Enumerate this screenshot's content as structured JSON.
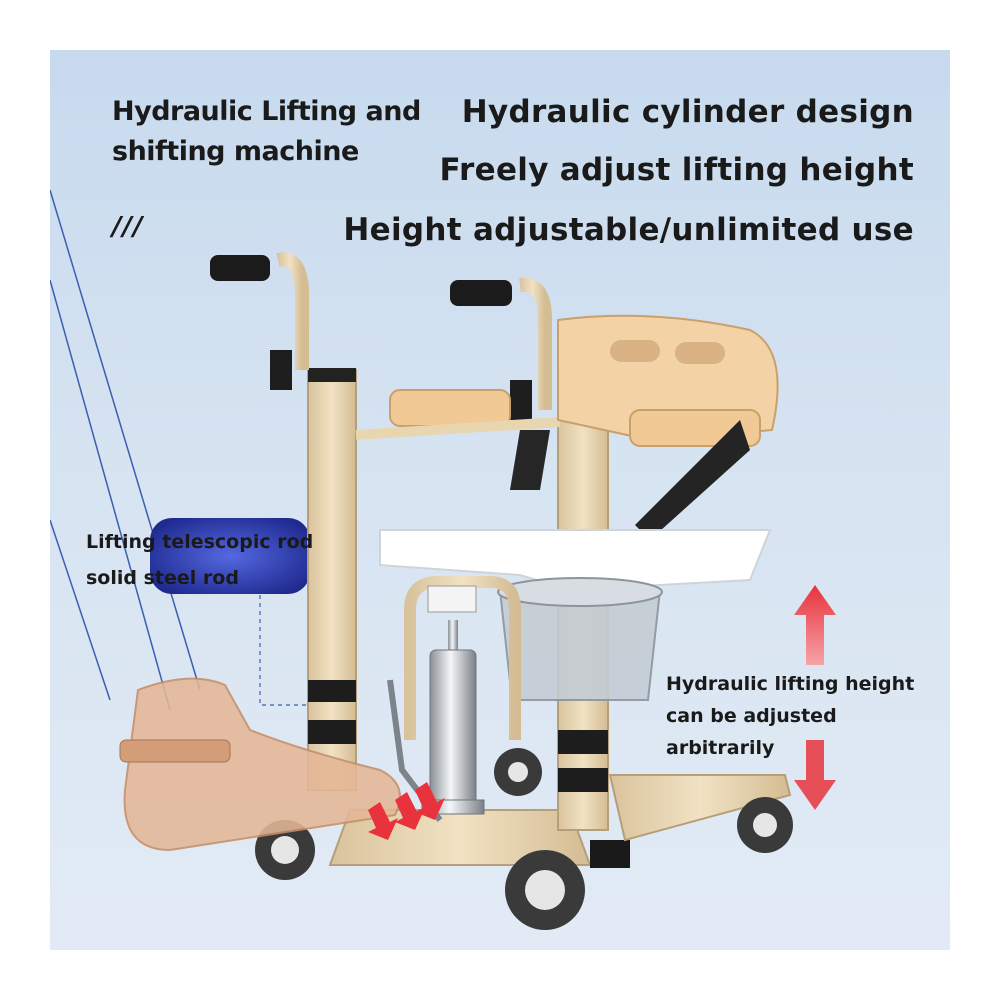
{
  "heading": {
    "line1": "Hydraulic Lifting and",
    "line2": "shifting machine",
    "mark": "///"
  },
  "features": [
    "Hydraulic cylinder design",
    "Freely adjust lifting height",
    "Height adjustable/unlimited use"
  ],
  "callouts": {
    "rod_line1": "Lifting telescopic rod",
    "rod_line2": "solid steel rod",
    "lift_line1": "Hydraulic lifting height",
    "lift_line2": "can be adjusted arbitrarily"
  },
  "colors": {
    "background": "#cfdff0",
    "frame": "#ecd9b4",
    "seat": "#f2d3a6",
    "arrow": "#e8323c",
    "badge": "#2e3fb0"
  },
  "icons": [
    "arrow-up-icon",
    "arrow-down-icon",
    "foot-pedal-arrow-icon"
  ]
}
